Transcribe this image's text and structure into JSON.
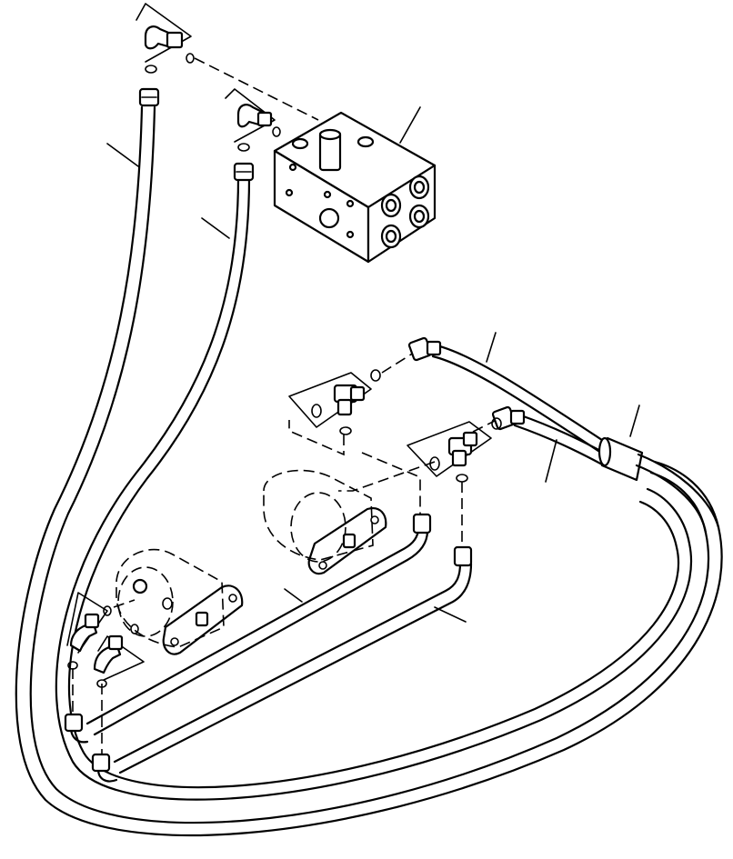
{
  "diagram": {
    "parts": [
      "valve-block",
      "hose-left-long",
      "hose-left-inner",
      "hose-right-pair",
      "tube-center-upper",
      "tube-center-lower",
      "motor-left",
      "motor-center",
      "elbow-fitting",
      "tee-fitting",
      "o-ring",
      "hose-sleeve"
    ],
    "icons": [
      "leader-line",
      "dashed-connection"
    ]
  }
}
